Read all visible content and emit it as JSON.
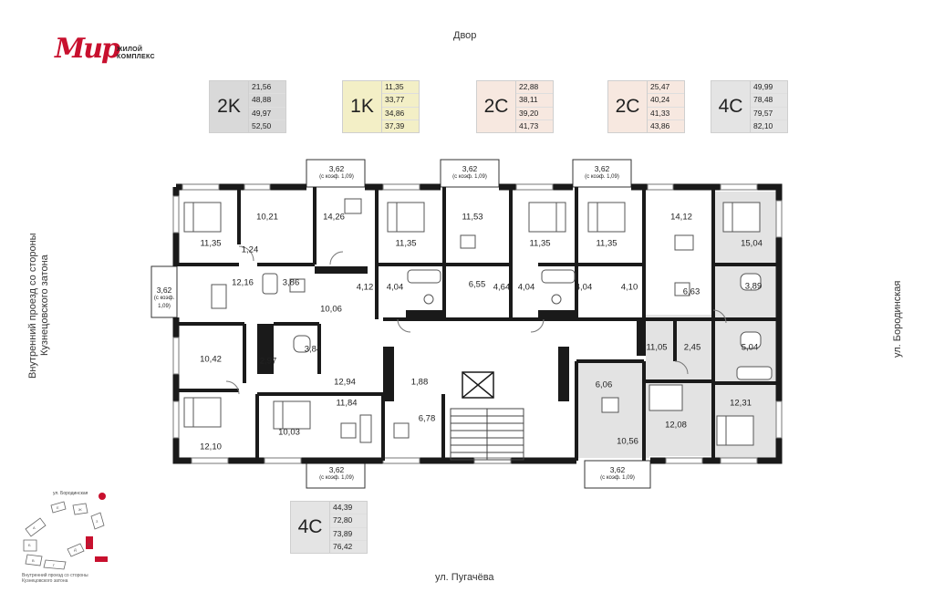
{
  "logo": {
    "word": "Мир",
    "line1": "ЖИЛОЙ",
    "line2": "КОМПЛЕКС"
  },
  "streets": {
    "top": "Двор",
    "bottom": "ул. Пугачёва",
    "right": "ул. Бородинская",
    "left_line1": "Внутренний проезд со стороны",
    "left_line2": "Кузнецовского затона"
  },
  "unit_types": [
    {
      "code": "2K",
      "areas": [
        "21,56",
        "48,88",
        "49,97",
        "52,50"
      ]
    },
    {
      "code": "1K",
      "areas": [
        "11,35",
        "33,77",
        "34,86",
        "37,39"
      ]
    },
    {
      "code": "2C",
      "areas": [
        "22,88",
        "38,11",
        "39,20",
        "41,73"
      ]
    },
    {
      "code": "2C",
      "areas": [
        "25,47",
        "40,24",
        "41,33",
        "43,86"
      ]
    },
    {
      "code": "4C",
      "areas": [
        "49,99",
        "78,48",
        "79,57",
        "82,10"
      ]
    },
    {
      "code": "4C",
      "areas": [
        "44,39",
        "72,80",
        "73,89",
        "76,42"
      ]
    }
  ],
  "balconies": {
    "b1": {
      "area": "3,62",
      "note": "(с коэф. 1,09)"
    },
    "b2": {
      "area": "3,62",
      "note": "(с коэф. 1,09)"
    },
    "b3": {
      "area": "3,62",
      "note": "(с коэф. 1,09)"
    },
    "b4_left": {
      "area": "3,62",
      "note1": "(с коэф.",
      "note2": "1,09)"
    },
    "b5": {
      "area": "3,62",
      "note": "(с коэф. 1,09)"
    },
    "b6": {
      "area": "3,62",
      "note": "(с коэф. 1,09)"
    }
  },
  "rooms": {
    "r1": "11,35",
    "r2": "10,21",
    "r3": "14,26",
    "r4": "11,35",
    "r5": "11,53",
    "r6": "11,35",
    "r7": "11,35",
    "r8": "14,12",
    "r9": "15,04",
    "r10": "1,24",
    "r11": "12,16",
    "r12": "3,86",
    "r13": "4,12",
    "r14": "4,04",
    "r15": "6,55",
    "r16": "4,64",
    "r17": "4,04",
    "r18": "4,04",
    "r19": "4,10",
    "r20": "6,63",
    "r21": "3,89",
    "r22": "10,06",
    "r23": "10,42",
    "r24": "2,97",
    "r25": "3,84",
    "r26": "12,94",
    "r27": "1,88",
    "r28": "11,05",
    "r29": "2,45",
    "r30": "5,04",
    "r31": "6,06",
    "r32": "11,84",
    "r33": "6,78",
    "r34": "12,10",
    "r35": "10,03",
    "r36": "10,56",
    "r37": "12,08",
    "r38": "12,31"
  },
  "minimap": {
    "street_top": "ул. Бородинская",
    "note": "Внутренний проезд со стороны Кузнецовского затона",
    "blocks": [
      "A",
      "Б",
      "В",
      "Г",
      "Д",
      "Е",
      "Ж",
      "З",
      "И"
    ]
  },
  "colors": {
    "brand": "#c8102e",
    "wall": "#1a1a1a",
    "highlight": "#e3e3e3"
  }
}
